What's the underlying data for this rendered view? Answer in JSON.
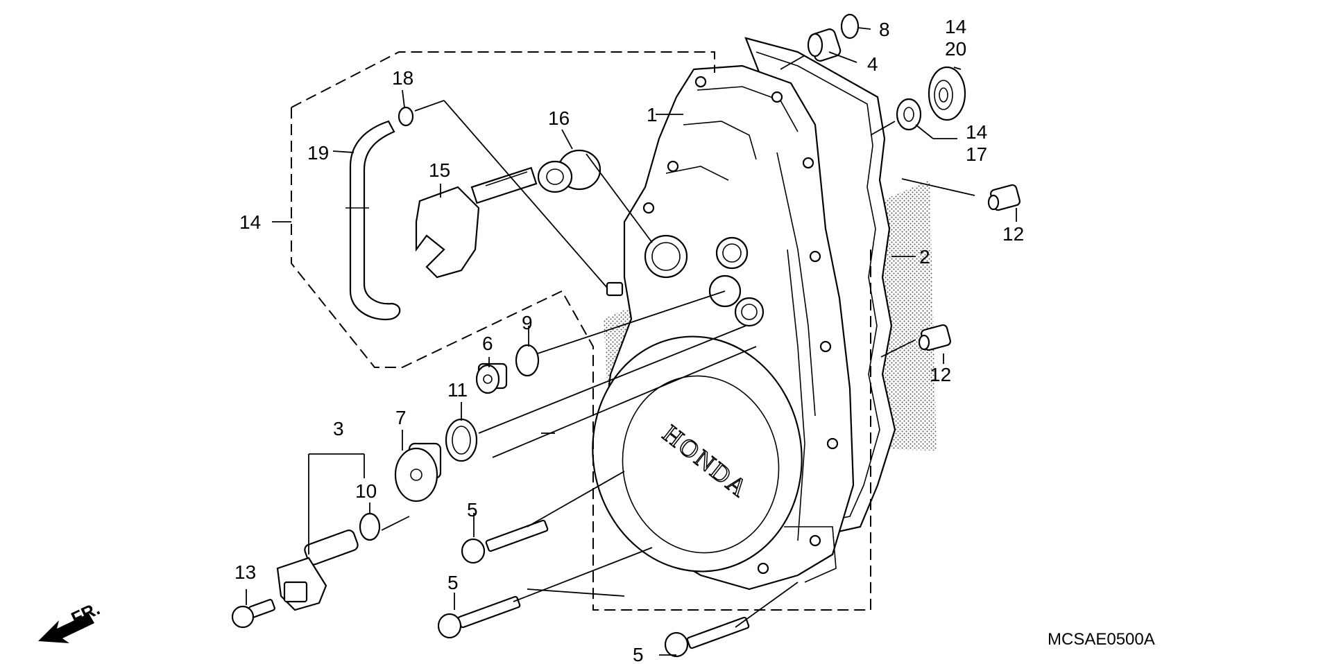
{
  "diagram": {
    "brand_text": "HONDA",
    "direction_label": "FR.",
    "diagram_code": "MCSAE0500A",
    "callouts": {
      "c1": "1",
      "c2": "2",
      "c3": "3",
      "c4": "4",
      "c5a": "5",
      "c5b": "5",
      "c5c": "5",
      "c6": "6",
      "c7": "7",
      "c8": "8",
      "c9": "9",
      "c10": "10",
      "c11": "11",
      "c12a": "12",
      "c12b": "12",
      "c13": "13",
      "c14a": "14",
      "c14b": "14",
      "c14c": "14",
      "c15": "15",
      "c16": "16",
      "c17": "17",
      "c18": "18",
      "c19": "19",
      "c20": "20"
    }
  }
}
